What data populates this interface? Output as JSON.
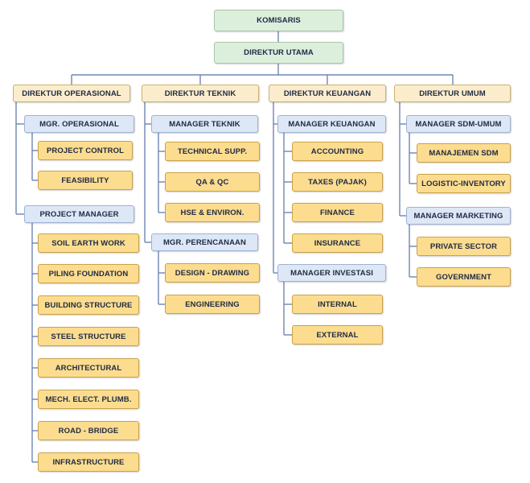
{
  "top": {
    "komisaris": "KOMISARIS",
    "direktur_utama": "DIREKTUR UTAMA"
  },
  "directors": [
    {
      "label": "DIREKTUR OPERASIONAL",
      "groups": [
        {
          "label": "MGR. OPERASIONAL",
          "items": [
            "PROJECT CONTROL",
            "FEASIBILITY"
          ]
        },
        {
          "label": "PROJECT MANAGER",
          "items": [
            "SOIL EARTH WORK",
            "PILING FOUNDATION",
            "BUILDING STRUCTURE",
            "STEEL STRUCTURE",
            "ARCHITECTURAL",
            "MECH. ELECT. PLUMB.",
            "ROAD - BRIDGE",
            "INFRASTRUCTURE"
          ]
        }
      ]
    },
    {
      "label": "DIREKTUR TEKNIK",
      "groups": [
        {
          "label": "MANAGER TEKNIK",
          "items": [
            "TECHNICAL SUPP.",
            "QA & QC",
            "HSE & ENVIRON."
          ]
        },
        {
          "label": "MGR. PERENCANAAN",
          "items": [
            "DESIGN - DRAWING",
            "ENGINEERING"
          ]
        }
      ]
    },
    {
      "label": "DIREKTUR KEUANGAN",
      "groups": [
        {
          "label": "MANAGER KEUANGAN",
          "items": [
            "ACCOUNTING",
            "TAXES (PAJAK)",
            "FINANCE",
            "INSURANCE"
          ]
        },
        {
          "label": "MANAGER INVESTASI",
          "items": [
            "INTERNAL",
            "EXTERNAL"
          ]
        }
      ]
    },
    {
      "label": "DIREKTUR UMUM",
      "groups": [
        {
          "label": "MANAGER SDM-UMUM",
          "items": [
            "MANAJEMEN SDM",
            "LOGISTIC-INVENTORY"
          ]
        },
        {
          "label": "MANAGER MARKETING",
          "items": [
            "PRIVATE SECTOR",
            "GOVERNMENT"
          ]
        }
      ]
    }
  ]
}
